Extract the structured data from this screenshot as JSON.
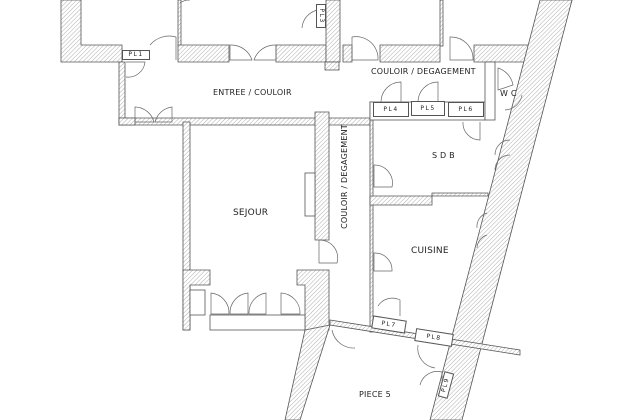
{
  "plan": {
    "rooms": {
      "entree": "ENTREE / COULOIR",
      "couloir_h": "COULOIR / DEGAGEMENT",
      "couloir_v": "COULOIR / DEGAGEMENT",
      "wc": "W C",
      "sdb": "S D B",
      "sejour": "SEJOUR",
      "cuisine": "CUISINE",
      "piece5": "PIECE 5"
    },
    "closets": {
      "pl1": "PL1",
      "pl3": "PL3",
      "pl4": "PL4",
      "pl5": "PL5",
      "pl6": "PL6",
      "pl7": "PL7",
      "pl8": "PL8",
      "pl9": "PL9"
    },
    "colors": {
      "wall_stroke": "#555555",
      "hatch": "#888888",
      "background": "#ffffff"
    }
  }
}
